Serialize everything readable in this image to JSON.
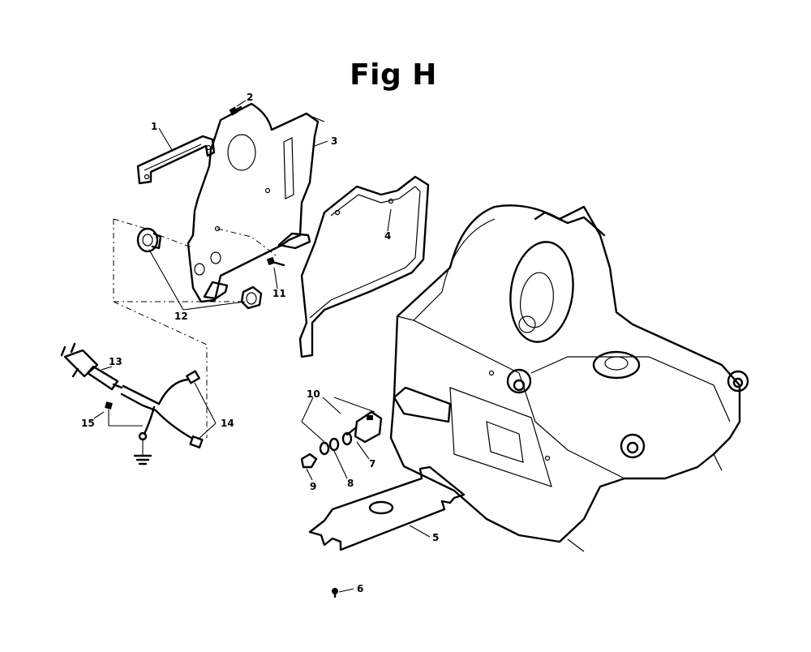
{
  "title": "Fig H",
  "callouts": [
    {
      "id": "1",
      "label": "1"
    },
    {
      "id": "2",
      "label": "2"
    },
    {
      "id": "3",
      "label": "3"
    },
    {
      "id": "4",
      "label": "4"
    },
    {
      "id": "5",
      "label": "5"
    },
    {
      "id": "6",
      "label": "6"
    },
    {
      "id": "7",
      "label": "7"
    },
    {
      "id": "8",
      "label": "8"
    },
    {
      "id": "9",
      "label": "9"
    },
    {
      "id": "10",
      "label": "10"
    },
    {
      "id": "11",
      "label": "11"
    },
    {
      "id": "12",
      "label": "12"
    },
    {
      "id": "13",
      "label": "13"
    },
    {
      "id": "14",
      "label": "14"
    },
    {
      "id": "15",
      "label": "15"
    }
  ]
}
